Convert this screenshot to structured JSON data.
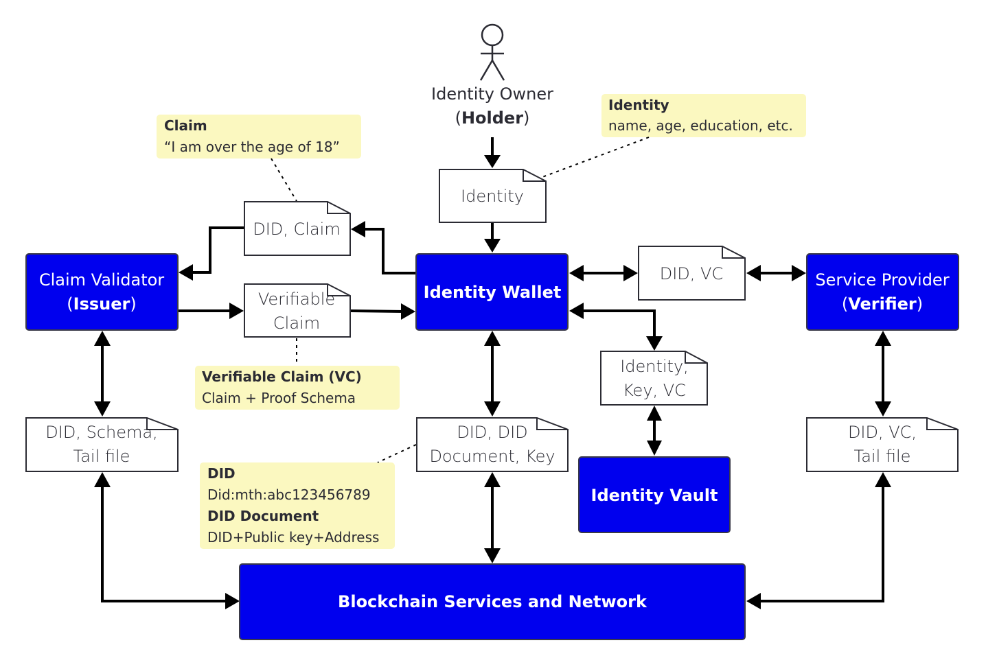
{
  "actor": {
    "icon": "stick-figure-icon",
    "label_line1": "Identity Owner",
    "label_open": "(",
    "label_bold": "Holder",
    "label_close": ")"
  },
  "notes": {
    "identity": {
      "title": "Identity",
      "body": "name, age, education, etc."
    },
    "claim": {
      "title": "Claim",
      "body": "“I am over the age of 18”"
    },
    "vc": {
      "title": "Verifiable Claim (VC)",
      "body": "Claim + Proof Schema"
    },
    "did": {
      "title1": "DID",
      "body1": "Did:mth:abc123456789",
      "title2": "DID Document",
      "body2": "DID+Public key+Address"
    }
  },
  "documents": {
    "identity": {
      "lines": [
        "Identity"
      ]
    },
    "did_claim": {
      "lines": [
        "DID, Claim"
      ]
    },
    "verifiable_claim": {
      "lines": [
        "Verifiable",
        "Claim"
      ]
    },
    "did_vc": {
      "lines": [
        "DID, VC"
      ]
    },
    "identity_key_vc": {
      "lines": [
        "Identity,",
        "Key, VC"
      ]
    },
    "did_schema": {
      "lines": [
        "DID, Schema,",
        "Tail file"
      ]
    },
    "did_document_key": {
      "lines": [
        "DID, DID",
        "Document, Key"
      ]
    },
    "did_vc_tail": {
      "lines": [
        "DID, VC,",
        "Tail file"
      ]
    }
  },
  "nodes": {
    "claim_validator": {
      "line1": "Claim Validator",
      "open": "(",
      "bold": "Issuer",
      "close": ")"
    },
    "identity_wallet": {
      "label": "Identity Wallet"
    },
    "service_provider": {
      "line1": "Service Provider",
      "open": "(",
      "bold": "Verifier",
      "close": ")"
    },
    "identity_vault": {
      "label": "Identity Vault"
    },
    "blockchain": {
      "label": "Blockchain Services and Network"
    }
  },
  "colors": {
    "node_fill": "#0000ee",
    "note_fill": "#fbf8c0",
    "document_fill": "#ffffff",
    "connector": "#000000"
  }
}
